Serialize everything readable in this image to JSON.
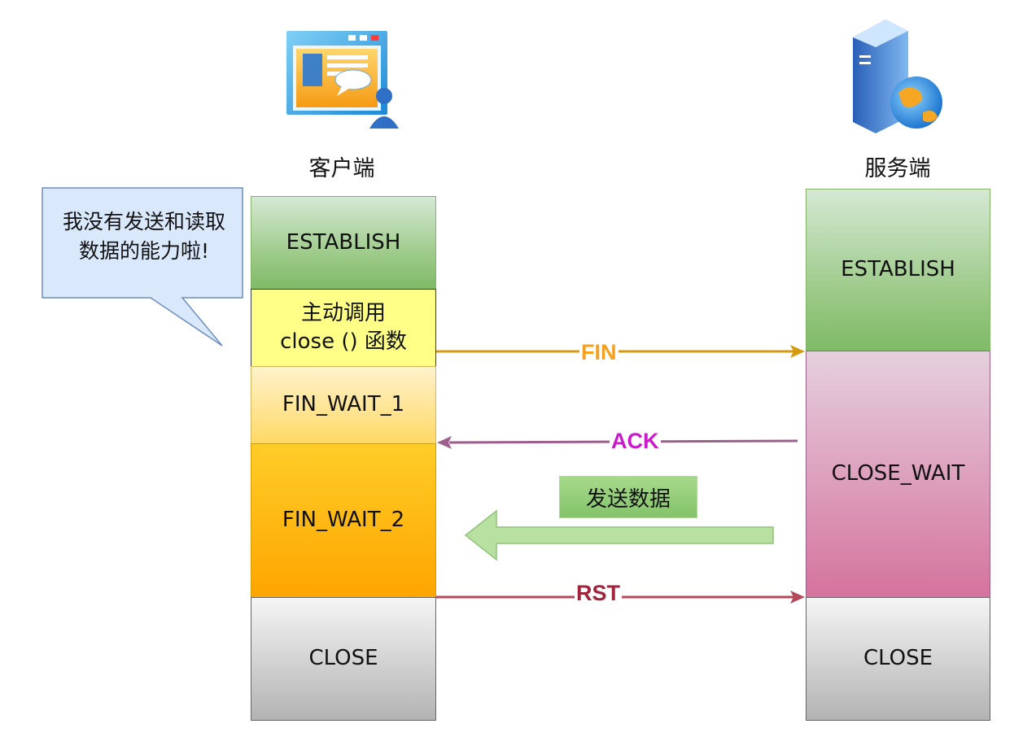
{
  "client": {
    "label": "客户端",
    "states": {
      "establish": "ESTABLISH",
      "call_line1": "主动调用",
      "call_line2": "close () 函数",
      "fin_wait_1": "FIN_WAIT_1",
      "fin_wait_2": "FIN_WAIT_2",
      "close": "CLOSE"
    },
    "speech_bubble": {
      "line1": "我没有发送和读取",
      "line2": "数据的能力啦!"
    }
  },
  "server": {
    "label": "服务端",
    "states": {
      "establish": "ESTABLISH",
      "close_wait": "CLOSE_WAIT",
      "close": "CLOSE"
    }
  },
  "messages": {
    "fin": "FIN",
    "ack": "ACK",
    "send_data": "发送数据",
    "rst": "RST"
  },
  "colors": {
    "fin": "#f5a021",
    "ack": "#cc19cc",
    "rst": "#a0243b",
    "establish": "#77b860",
    "close_wait": "#d97ca7",
    "fin_wait_2": "#ffaa00",
    "close": "#c8c8c8"
  },
  "icons": [
    "client-browser-icon",
    "server-globe-icon"
  ]
}
